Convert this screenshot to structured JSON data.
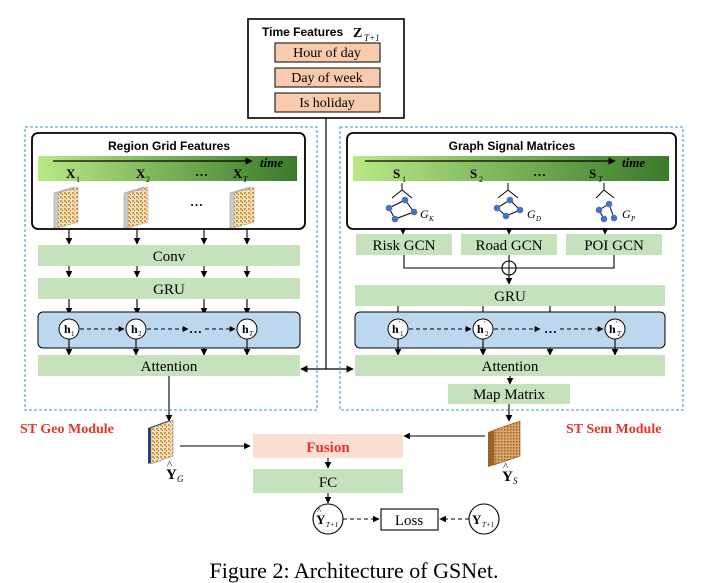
{
  "time_features": {
    "title": "Time Features",
    "symbol": "Z",
    "symbol_sub": "T+1",
    "items": [
      "Hour of day",
      "Day of week",
      "Is holiday"
    ]
  },
  "geo": {
    "panel_title": "Region Grid Features",
    "time_label": "time",
    "x_labels": [
      "X",
      "X",
      "X"
    ],
    "x_subs": [
      "1",
      "2",
      "T"
    ],
    "ellipsis": "…",
    "conv": "Conv",
    "gru": "GRU",
    "h_labels": [
      "h",
      "h",
      "h"
    ],
    "h_subs": [
      "1",
      "2",
      "T"
    ],
    "attention": "Attention",
    "module_label": "ST Geo Module",
    "output": "Y",
    "output_sub": "G"
  },
  "sem": {
    "panel_title": "Graph Signal Matrices",
    "time_label": "time",
    "s_labels": [
      "S",
      "S",
      "S"
    ],
    "s_subs": [
      "1",
      "2",
      "T"
    ],
    "graph_labels": [
      "G",
      "G",
      "G"
    ],
    "graph_subs": [
      "K",
      "D",
      "P"
    ],
    "gcn": [
      "Risk GCN",
      "Road GCN",
      "POI GCN"
    ],
    "gru": "GRU",
    "h_labels": [
      "h",
      "h",
      "h"
    ],
    "h_subs": [
      "1",
      "2",
      "T"
    ],
    "attention": "Attention",
    "map_matrix": "Map Matrix",
    "module_label": "ST Sem Module",
    "output": "Y",
    "output_sub": "S"
  },
  "fusion": {
    "fusion": "Fusion",
    "fc": "FC",
    "loss": "Loss",
    "pred": "Y",
    "pred_sub": "T+1",
    "truth": "Y",
    "truth_sub": "T+1"
  },
  "caption": "Figure 2: Architecture of GSNet.",
  "colors": {
    "green_box": "#c6e2bd",
    "blue_band": "#bdd7ee",
    "orange_box": "#f8cbad",
    "fusion_box": "#fbe0d2",
    "module_red": "#e8322c",
    "dashed_border": "#3f92c8",
    "node_blue": "#4472c4"
  }
}
